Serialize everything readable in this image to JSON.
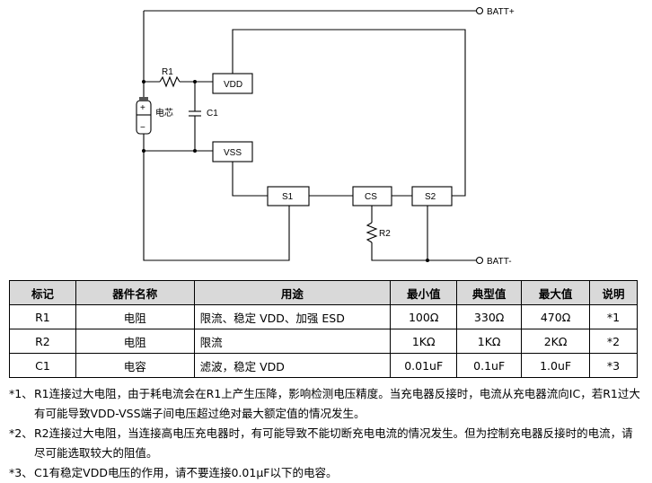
{
  "circuit": {
    "terminals": {
      "batt_plus": "BATT+",
      "batt_minus": "BATT-"
    },
    "labels": {
      "r1": "R1",
      "c1": "C1",
      "r2": "R2",
      "cell": "电芯"
    },
    "blocks": {
      "vdd": "VDD",
      "vss": "VSS",
      "s1": "S1",
      "cs": "CS",
      "s2": "S2"
    },
    "cell_polarity": {
      "plus": "+",
      "minus": "−"
    }
  },
  "table": {
    "headers": [
      "标记",
      "器件名称",
      "用途",
      "最小值",
      "典型值",
      "最大值",
      "说明"
    ],
    "rows": [
      [
        "R1",
        "电阻",
        "限流、稳定 VDD、加强 ESD",
        "100Ω",
        "330Ω",
        "470Ω",
        "*1"
      ],
      [
        "R2",
        "电阻",
        "限流",
        "1KΩ",
        "1KΩ",
        "2KΩ",
        "*2"
      ],
      [
        "C1",
        "电容",
        "滤波，稳定 VDD",
        "0.01uF",
        "0.1uF",
        "1.0uF",
        "*3"
      ]
    ]
  },
  "notes": [
    {
      "mark": "*1、",
      "text": "R1连接过大电阻，由于耗电流会在R1上产生压降，影响检测电压精度。当充电器反接时，电流从充电器流向IC，若R1过大有可能导致VDD-VSS端子间电压超过绝对最大额定值的情况发生。"
    },
    {
      "mark": "*2、",
      "text": "R2连接过大电阻，当连接高电压充电器时，有可能导致不能切断充电电流的情况发生。但为控制充电器反接时的电流，请尽可能选取较大的阻值。"
    },
    {
      "mark": "*3、",
      "text": "C1有稳定VDD电压的作用，请不要连接0.01μF以下的电容。"
    }
  ]
}
